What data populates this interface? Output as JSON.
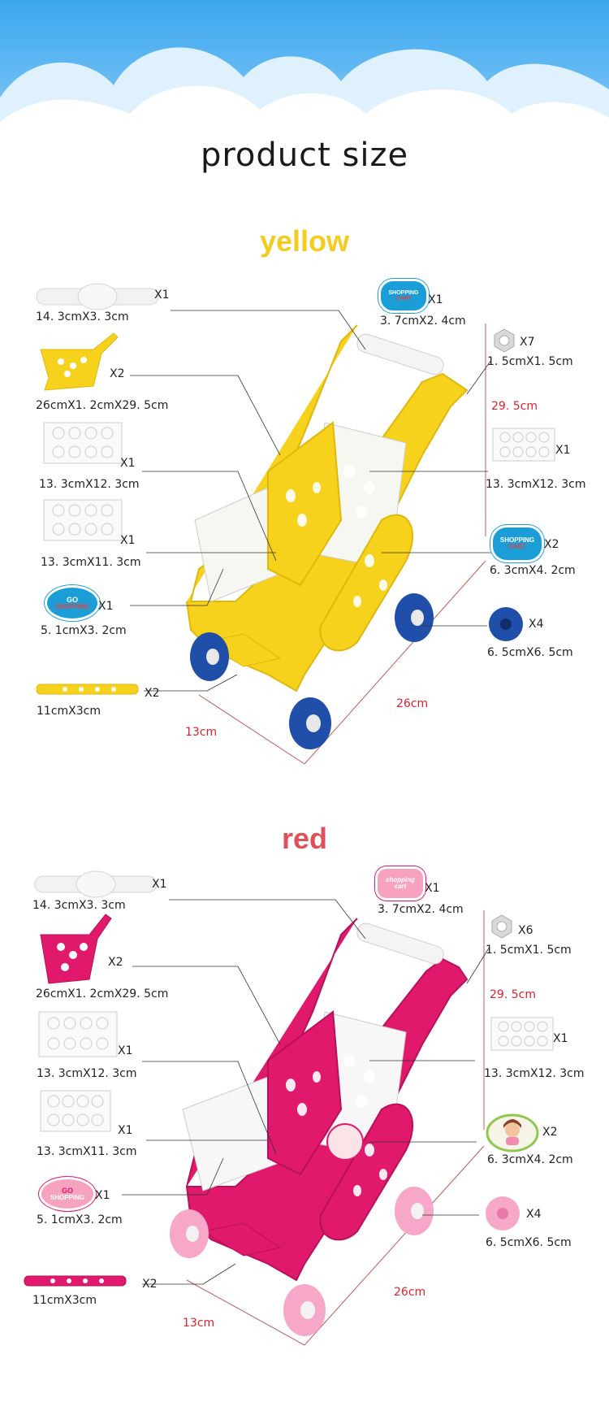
{
  "page_title": "product size",
  "sections": {
    "yellow": {
      "title": "yellow",
      "accent": "#f5d21a",
      "parts": {
        "handle": {
          "size": "14. 3cmX3. 3cm",
          "qty": "X1"
        },
        "side_frame": {
          "size": "26cmX1. 2cmX29. 5cm",
          "qty": "X2"
        },
        "panel_a": {
          "size": "13. 3cmX12. 3cm",
          "qty": "X1"
        },
        "panel_b": {
          "size": "13. 3cmX11. 3cm",
          "qty": "X1"
        },
        "go_shopping_sticker": {
          "text1": "GO",
          "text2": "SHOPPING",
          "size": "5. 1cmX3. 2cm",
          "qty": "X1"
        },
        "axle": {
          "size": "11cmX3cm",
          "qty": "X2"
        },
        "handle_sticker": {
          "text1": "SHOPPING",
          "text2": "CART",
          "size": "3. 7cmX2. 4cm",
          "qty": "X1"
        },
        "nut": {
          "size": "1. 5cmX1. 5cm",
          "qty": "X7"
        },
        "panel_right": {
          "size": "13. 3cmX12. 3cm",
          "qty": "X1"
        },
        "cart_sticker": {
          "text1": "SHOPPING",
          "text2": "CART",
          "size": "6. 3cmX4. 2cm",
          "qty": "X2"
        },
        "wheel": {
          "size": "6. 5cmX6. 5cm",
          "qty": "X4"
        }
      },
      "dims": {
        "height": "29. 5cm",
        "length": "26cm",
        "width": "13cm"
      }
    },
    "red": {
      "title": "red",
      "accent": "#e01e6e",
      "parts": {
        "handle": {
          "size": "14. 3cmX3. 3cm",
          "qty": "X1"
        },
        "side_frame": {
          "size": "26cmX1. 2cmX29. 5cm",
          "qty": "X2"
        },
        "panel_a": {
          "size": "13. 3cmX12. 3cm",
          "qty": "X1"
        },
        "panel_b": {
          "size": "13. 3cmX11. 3cm",
          "qty": "X1"
        },
        "go_shopping_sticker": {
          "text1": "GO",
          "text2": "SHOPPING",
          "size": "5. 1cmX3. 2cm",
          "qty": "X1"
        },
        "axle": {
          "size": "11cmX3cm",
          "qty": "X2"
        },
        "handle_sticker": {
          "text1": "shopping",
          "text2": "cart",
          "size": "3. 7cmX2. 4cm",
          "qty": "X1"
        },
        "nut": {
          "size": "1. 5cmX1. 5cm",
          "qty": "X6"
        },
        "panel_right": {
          "size": "13. 3cmX12. 3cm",
          "qty": "X1"
        },
        "cart_sticker": {
          "size": "6. 3cmX4. 2cm",
          "qty": "X2"
        },
        "wheel": {
          "size": "6. 5cmX6. 5cm",
          "qty": "X4"
        }
      },
      "dims": {
        "height": "29. 5cm",
        "length": "26cm",
        "width": "13cm"
      }
    }
  }
}
